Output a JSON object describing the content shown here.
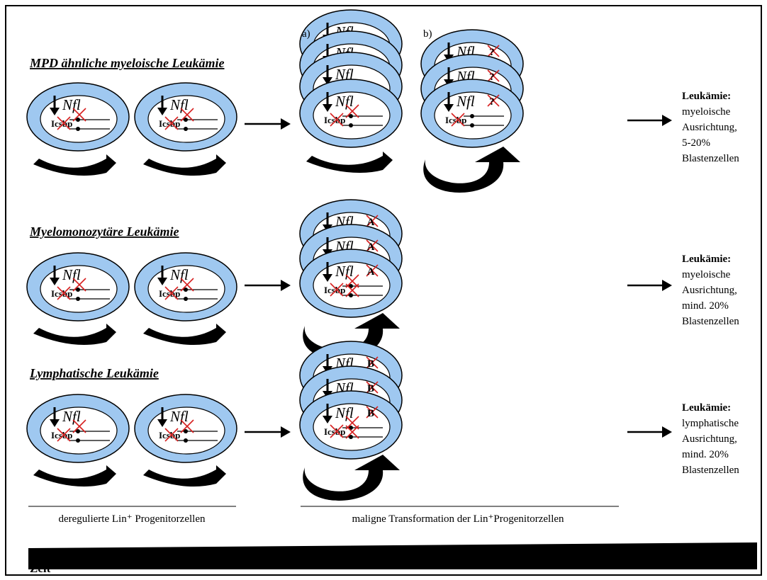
{
  "labels": {
    "a": "a)",
    "b": "b)",
    "time": "Zeit",
    "bottom_left": "deregulierte Lin⁺ Progenitorzellen",
    "bottom_right": "maligne Transformation der Lin⁺Progenitorzellen"
  },
  "cell_text": {
    "gene": "Nfl",
    "marker": "Icsbp",
    "question": "?",
    "alt_a": "A",
    "alt_b": "B"
  },
  "rows": [
    {
      "title": "MPD ähnliche myeloische Leukämie",
      "result": [
        "Leukämie:",
        "myeloische",
        "Ausrichtung,",
        "5-20%",
        "Blastenzellen"
      ]
    },
    {
      "title": "Myelomonozytäre Leukämie",
      "result": [
        "Leukämie:",
        "myeloische",
        "Ausrichtung,",
        "mind. 20%",
        "Blastenzellen"
      ]
    },
    {
      "title": "Lymphatische Leukämie",
      "result": [
        "Leukämie:",
        "lymphatische",
        "Ausrichtung,",
        "mind. 20%",
        "Blastenzellen"
      ]
    }
  ],
  "colors": {
    "cell_fill": "#9fc8f0",
    "cross": "#d62020",
    "ink": "#000000",
    "background": "#ffffff"
  },
  "icons": [
    "arrow-right-icon",
    "curved-arrow-icon",
    "cross-icon",
    "down-arrow-icon"
  ]
}
